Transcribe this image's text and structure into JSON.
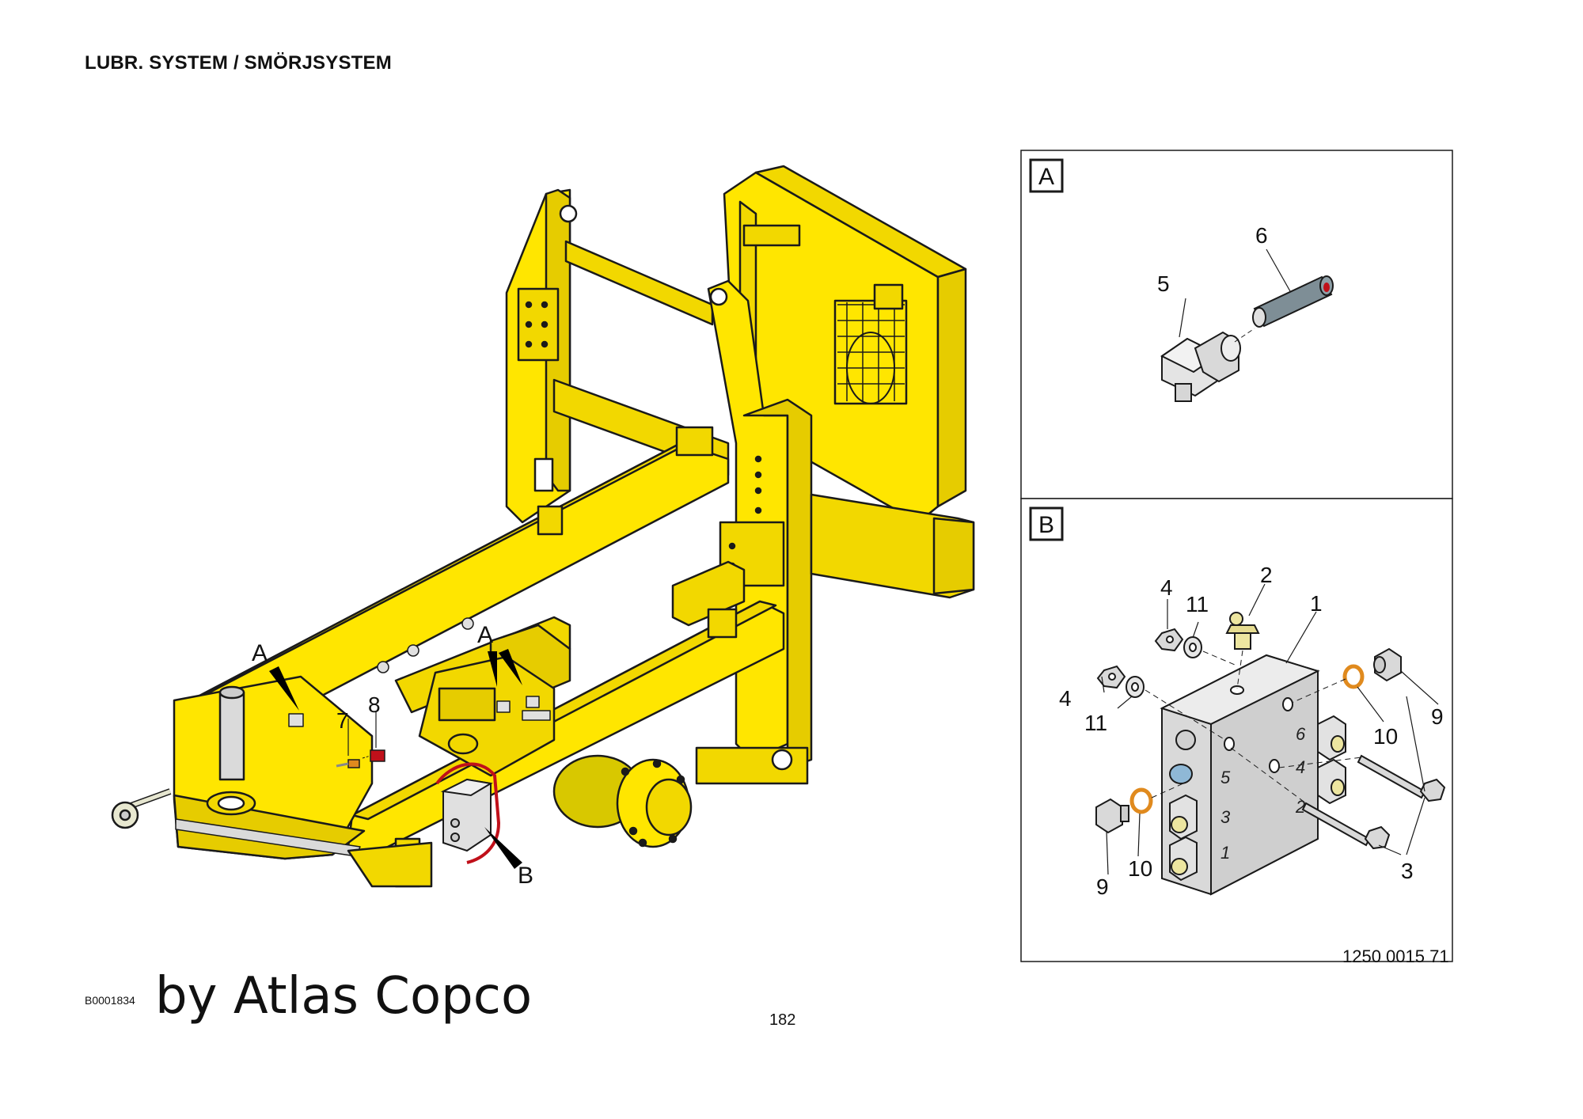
{
  "header": {
    "title": "LUBR. SYSTEM / SMÖRJSYSTEM"
  },
  "main_view": {
    "detail_markers": [
      "A",
      "A",
      "B"
    ],
    "part_callouts": [
      "7",
      "8"
    ]
  },
  "detail_a": {
    "letter": "A",
    "callouts": [
      "5",
      "6"
    ]
  },
  "detail_b": {
    "letter": "B",
    "callouts": [
      "1",
      "2",
      "3",
      "3",
      "4",
      "4",
      "9",
      "9",
      "10",
      "10",
      "11",
      "11"
    ],
    "port_numbers": [
      "6",
      "5",
      "4",
      "3",
      "2",
      "1"
    ],
    "drawing_number": "1250 0015 71"
  },
  "footer": {
    "doc_code": "B0001834",
    "credit": "by Atlas Copco",
    "page_number": "182"
  },
  "colors": {
    "frame_yellow": "#FFE600",
    "outline": "#1a1a1a",
    "marker_black": "#000000",
    "highlight_red": "#C0101A",
    "washer_orange": "#E08A1E",
    "block_gray": "#D9D9D9",
    "hose_gray": "#7E8E96"
  }
}
